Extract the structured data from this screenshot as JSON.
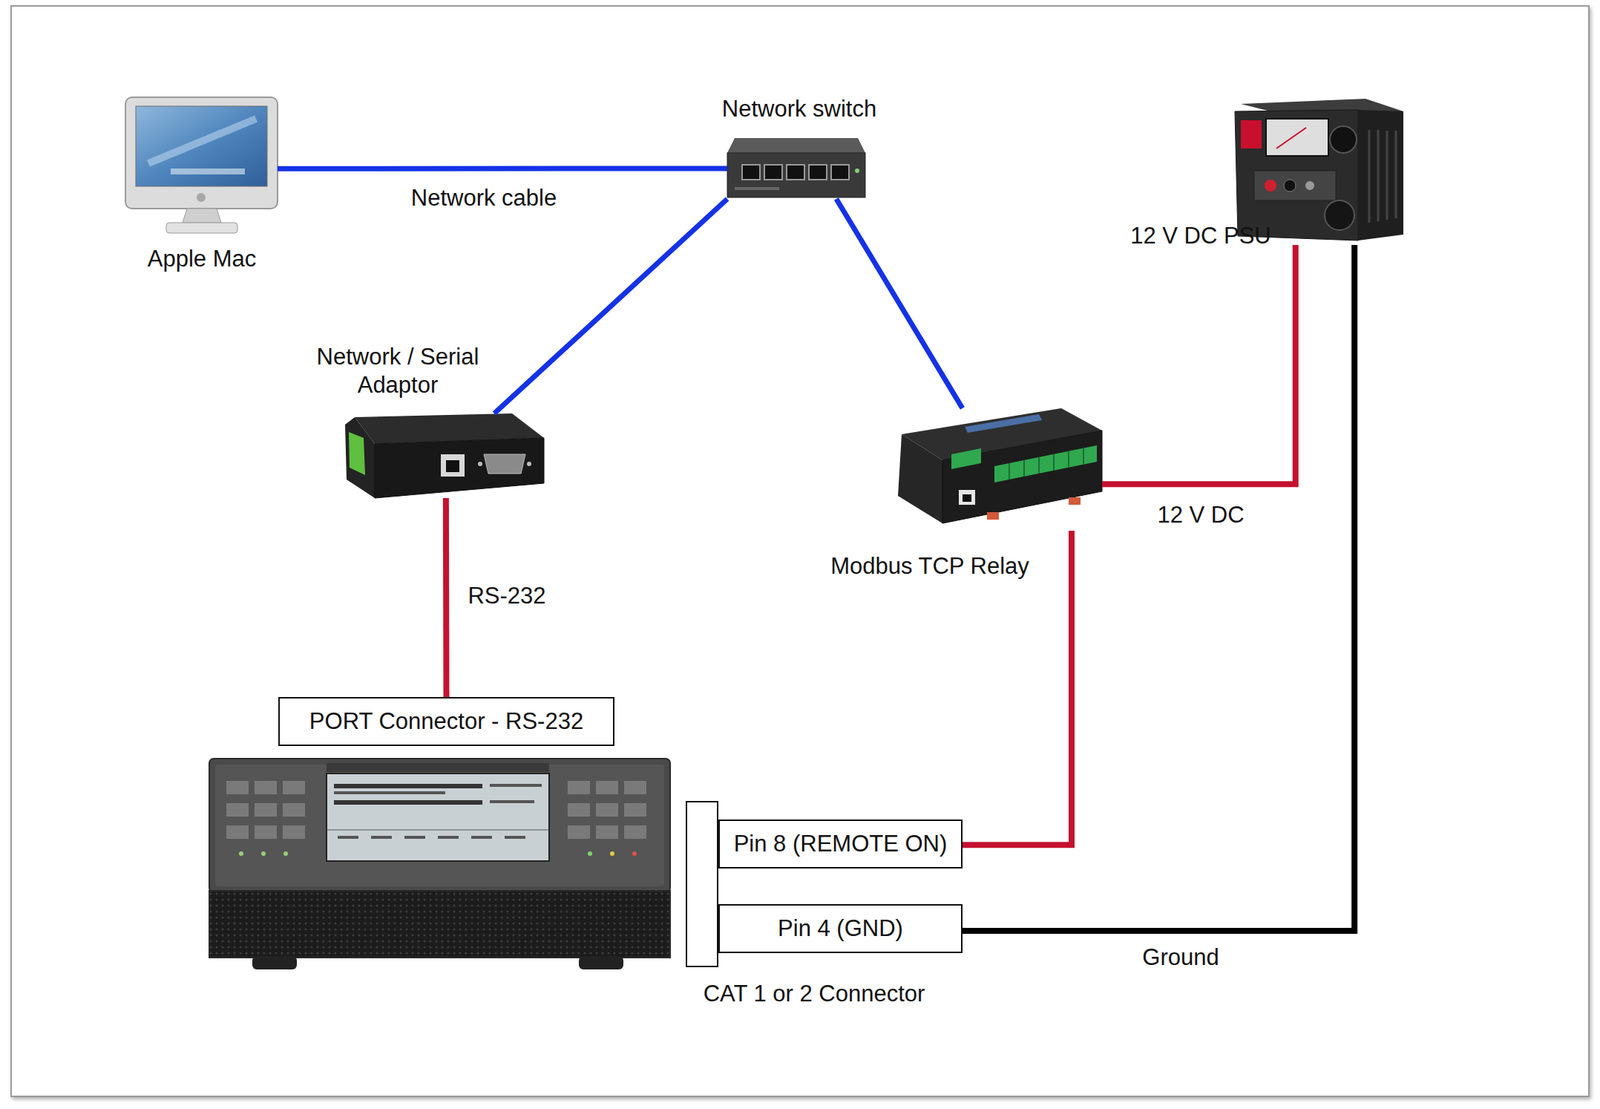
{
  "diagram": {
    "nodes": [
      {
        "text": [
          "Apple Mac"
        ]
      },
      {
        "text": [
          "Network switch"
        ]
      },
      {
        "text": [
          "12 V DC PSU"
        ]
      },
      {
        "text": [
          "Network / Serial Adaptor"
        ]
      },
      {
        "text": [
          "Modbus TCP Relay"
        ]
      },
      {
        "text": [
          "PORT Connector - RS-232"
        ]
      },
      {
        "text": [
          "CAT 1 or 2 Connector"
        ]
      },
      {
        "text": [
          "Pin 8 (REMOTE ON)"
        ]
      },
      {
        "text": [
          "Pin 4 (GND)"
        ]
      }
    ],
    "edges": [
      {
        "from": 0,
        "to": 1,
        "label": "Network cable",
        "arrow": "none"
      },
      {
        "from": 1,
        "to": 3,
        "arrow": "none"
      },
      {
        "from": 1,
        "to": 4,
        "arrow": "none"
      },
      {
        "from": 3,
        "to": 5,
        "label": "RS-232",
        "arrow": "none"
      },
      {
        "from": 4,
        "to": 7,
        "arrow": "none"
      },
      {
        "from": 2,
        "to": 4,
        "label": "12 V DC",
        "arrow": "none"
      },
      {
        "from": 2,
        "to": 8,
        "label": "Ground",
        "arrow": "none"
      }
    ]
  }
}
